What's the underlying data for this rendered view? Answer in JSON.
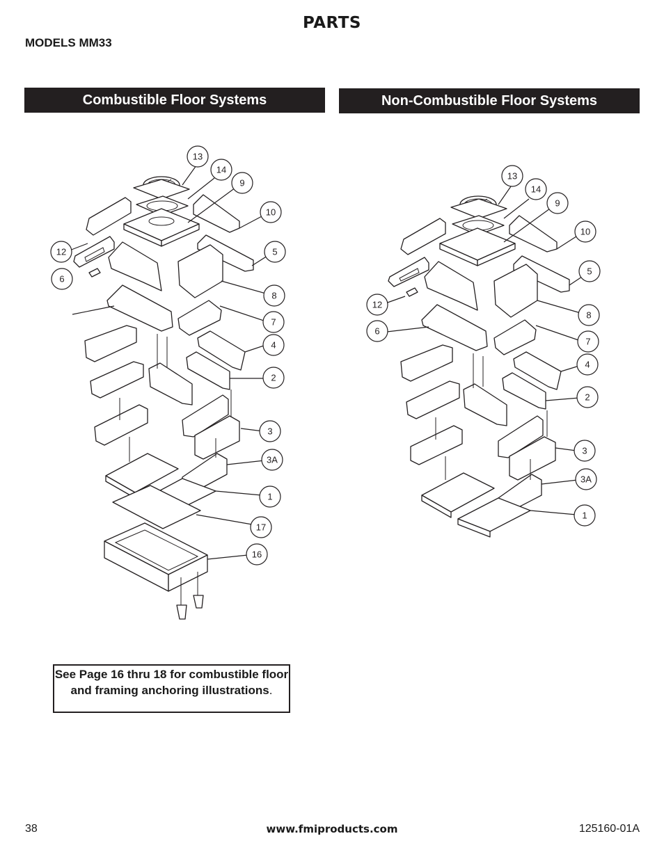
{
  "header": {
    "title": "PARTS",
    "models": "MODELS MM33"
  },
  "sections": {
    "left_title": "Combustible Floor Systems",
    "right_title": "Non-Combustible Floor Systems"
  },
  "left_callouts": [
    "13",
    "14",
    "9",
    "10",
    "12",
    "5",
    "6",
    "8",
    "7",
    "4",
    "2",
    "3",
    "3A",
    "1",
    "17",
    "16"
  ],
  "right_callouts": [
    "13",
    "14",
    "9",
    "10",
    "5",
    "12",
    "8",
    "6",
    "7",
    "4",
    "2",
    "3",
    "3A",
    "1"
  ],
  "note": {
    "bold_text": "See Page 16 thru 18 for combustible floor and framing anchoring illustrations",
    "trailing": "."
  },
  "footer": {
    "page_number": "38",
    "url": "www.fmiproducts.com",
    "doc_code": "125160-01A"
  },
  "colors": {
    "banner_bg": "#231f20",
    "banner_text": "#ffffff",
    "ink": "#231f20"
  }
}
